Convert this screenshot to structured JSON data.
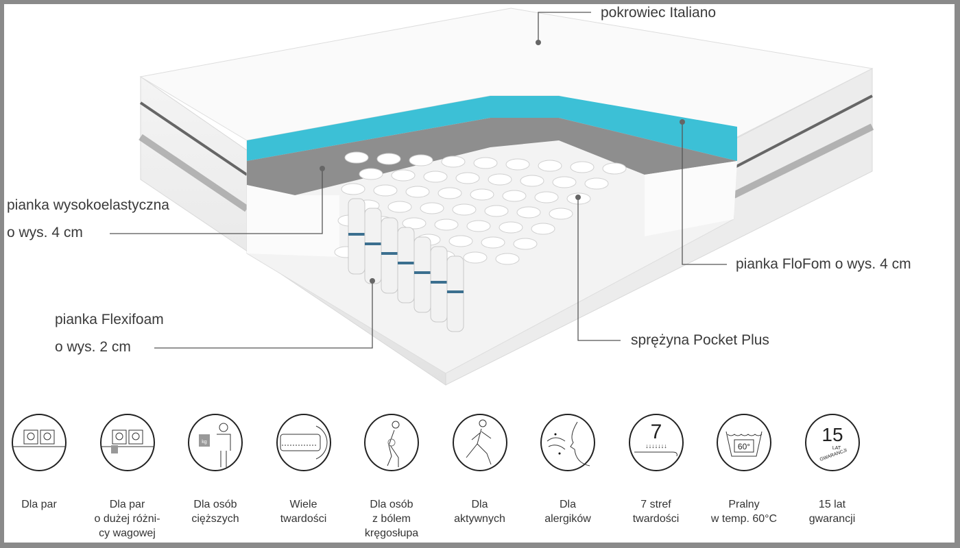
{
  "layers": {
    "cover": "pokrowiec Italiano",
    "hr_foam_line1": "pianka wysokoelastyczna",
    "hr_foam_line2": "o wys. 4 cm",
    "flofom": "pianka FloFom o wys. 4 cm",
    "flexifoam_line1": "pianka Flexifoam",
    "flexifoam_line2": "o wys. 2 cm",
    "spring": "sprężyna Pocket Plus"
  },
  "features": [
    {
      "icon": "couple-icon",
      "line1": "Dla par",
      "line2": "",
      "line3": ""
    },
    {
      "icon": "couple-weight-icon",
      "line1": "Dla par",
      "line2": "o dużej różni-",
      "line3": "cy wagowej"
    },
    {
      "icon": "heavy-person-icon",
      "line1": "Dla osób",
      "line2": "cięższych",
      "line3": ""
    },
    {
      "icon": "rotate-mattress-icon",
      "line1": "Wiele",
      "line2": "twardości",
      "line3": ""
    },
    {
      "icon": "back-pain-icon",
      "line1": "Dla osób",
      "line2": "z bólem",
      "line3": "kręgosłupa"
    },
    {
      "icon": "runner-icon",
      "line1": "Dla",
      "line2": "aktywnych",
      "line3": ""
    },
    {
      "icon": "allergy-icon",
      "line1": "Dla",
      "line2": "alergików",
      "line3": ""
    },
    {
      "icon": "zones-icon",
      "line1": "7 stref",
      "line2": "twardości",
      "line3": ""
    },
    {
      "icon": "wash-icon",
      "line1": "Pralny",
      "line2": "w temp. 60°C",
      "line3": ""
    },
    {
      "icon": "warranty-icon",
      "line1": "15 lat",
      "line2": "gwarancji",
      "line3": ""
    }
  ],
  "icon_text": {
    "zones": "7",
    "wash": "60°",
    "warranty_num": "15",
    "warranty_lat": "LAT",
    "warranty_word": "GWARANCJI",
    "kg": "kg"
  },
  "colors": {
    "blue_foam": "#3cc0d6",
    "gray_foam": "#8e8e8e",
    "line": "#555555",
    "border": "#8a8a8a"
  }
}
